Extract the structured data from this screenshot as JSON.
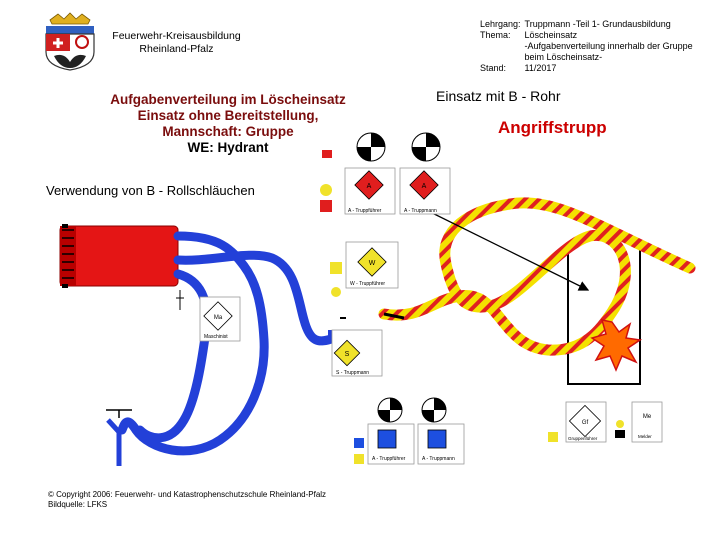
{
  "header": {
    "org_line1": "Feuerwehr-Kreisausbildung",
    "org_line2": "Rheinland-Pfalz",
    "course_label": "Lehrgang:",
    "course_value": "Truppmann -Teil 1- Grundausbildung",
    "topic_label": "Thema:",
    "topic_value_1": "Löscheinsatz",
    "topic_value_2": "-Aufgabenverteilung innerhalb der Gruppe",
    "topic_value_3": "beim Löscheinsatz-",
    "date_label": "Stand:",
    "date_value": "11/2017"
  },
  "left_title": {
    "line1": "Aufgabenverteilung im Löscheinsatz",
    "line2": "Einsatz ohne Bereitstellung,",
    "line3": "Mannschaft: Gruppe",
    "line4": "WE: Hydrant"
  },
  "subtitle_left": "Verwendung von B - Rollschläuchen",
  "right_title": "Einsatz mit B - Rohr",
  "team_label": "Angriffstrupp",
  "symbols": {
    "a_trupp": "A",
    "a_truppfuehrer": "A - Truppführer",
    "a_truppmann": "A - Truppmann",
    "w_trupp": "W",
    "w_truppfuehrer": "W - Truppführer",
    "m_trupp": "Ma",
    "m_label": "Maschinist",
    "s_trupp": "S",
    "s_truppmann": "S - Truppmann",
    "a2_truppfuehrer": "A - Truppführer",
    "a2_truppmann": "A - Truppmann",
    "gf": "Gf",
    "gf_label": "Gruppenführer",
    "me": "Me",
    "me_label": "Melder"
  },
  "footer": {
    "copyright": "© Copyright 2006: Feuerwehr- und Katastrophenschutzschule Rheinland-Pfalz",
    "source": "Bildquelle: LFKS"
  },
  "colors": {
    "title_dark_red": "#7a0d0d",
    "team_red": "#cc0000",
    "hose_blue": "#2340d8",
    "hose_stripe_red": "#e02020",
    "hose_stripe_yellow": "#f4e100",
    "vehicle_red": "#e41515",
    "symbol_blue": "#1d4fe0",
    "symbol_red": "#e01e1e",
    "symbol_yellow": "#f0e22a",
    "fire_orange": "#ff6a00"
  },
  "icons": [
    "coat-of-arms-icon",
    "fire-icon",
    "helmet-icon",
    "hydrant-icon",
    "water-source-icon",
    "arrow-icon"
  ]
}
